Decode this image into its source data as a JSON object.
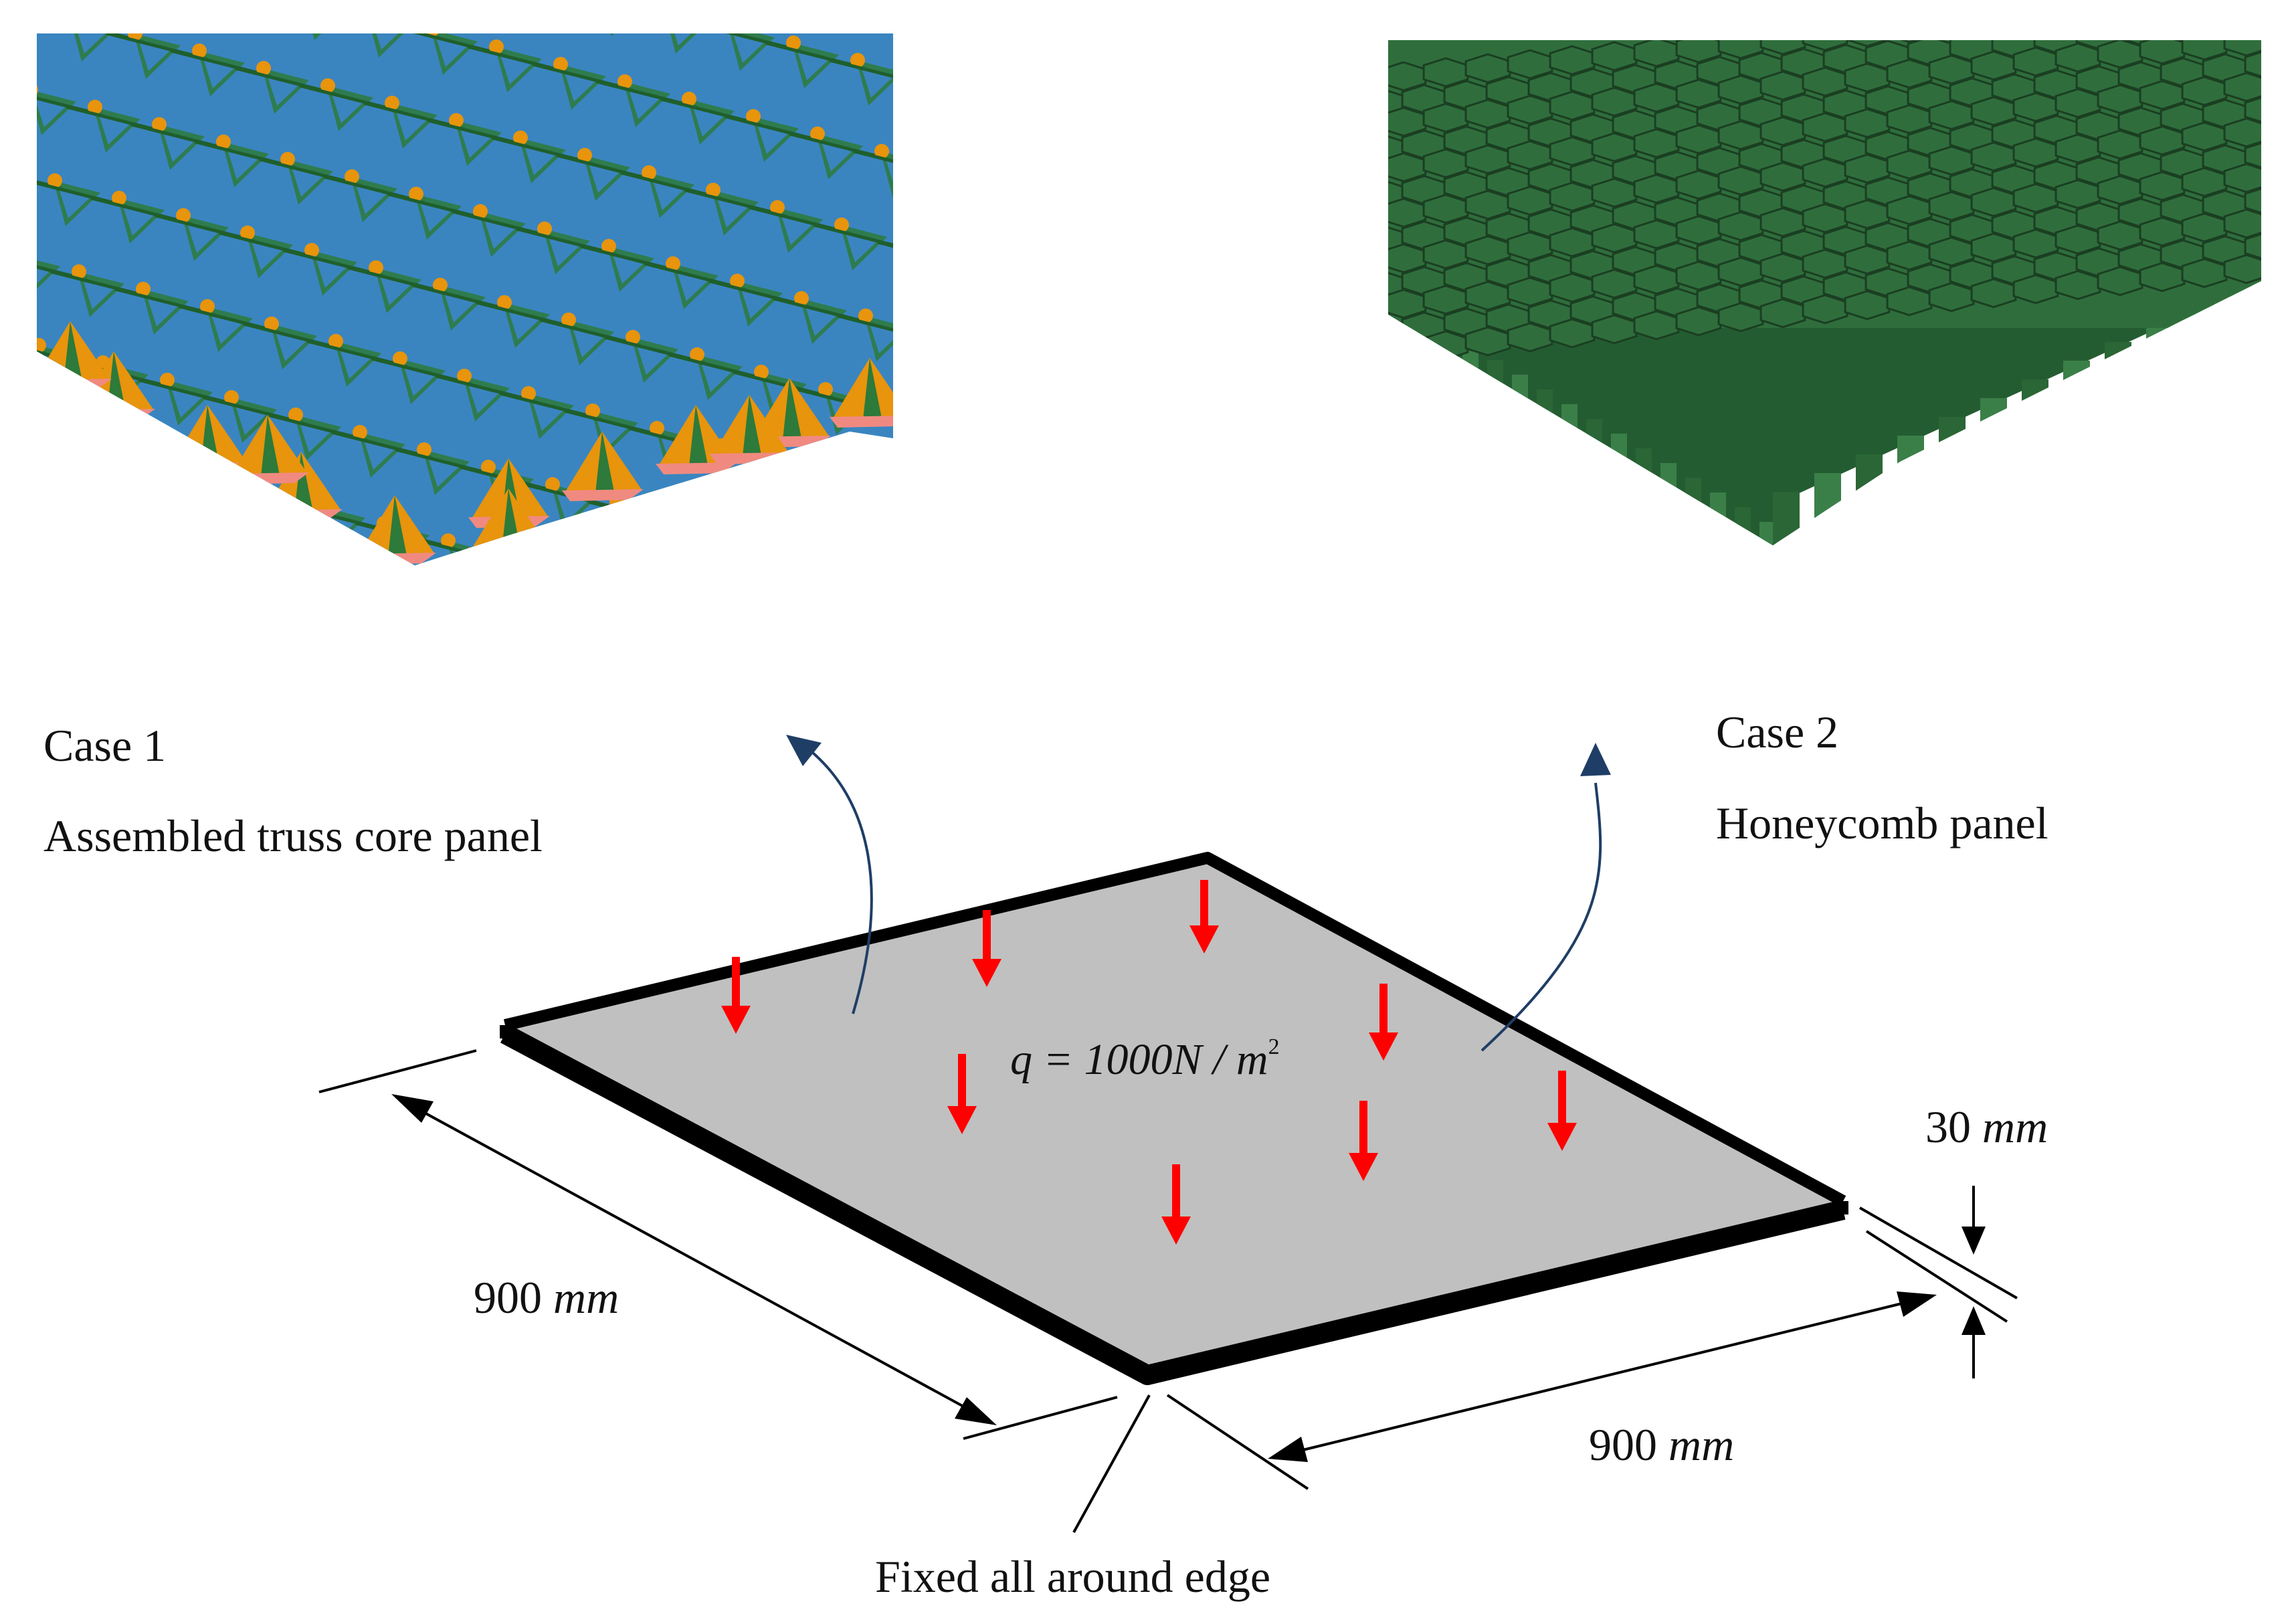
{
  "cases": [
    {
      "case_label": "Case 1",
      "name": "Assembled truss core panel"
    },
    {
      "case_label": "Case 2",
      "name": "Honeycomb panel"
    }
  ],
  "load": {
    "text": "q = 1000N / m",
    "exponent": "2"
  },
  "dimensions": {
    "side_left": {
      "value": "900",
      "unit": "mm"
    },
    "side_right": {
      "value": "900",
      "unit": "mm"
    },
    "thickness": {
      "value": "30",
      "unit": "mm"
    }
  },
  "boundary_condition": "Fixed all around edge",
  "colors": {
    "plate_fill": "#c0c0c0",
    "plate_edge": "#000000",
    "load_arrow": "#ff0000",
    "leader_arrow": "#1f3e66",
    "truss_blue": "#3a85c0",
    "truss_orange": "#e8940c",
    "truss_green": "#2d7a3a",
    "truss_pink": "#f08a80",
    "honeycomb_green": "#2f6e3c",
    "honeycomb_line": "#1b3f22"
  }
}
